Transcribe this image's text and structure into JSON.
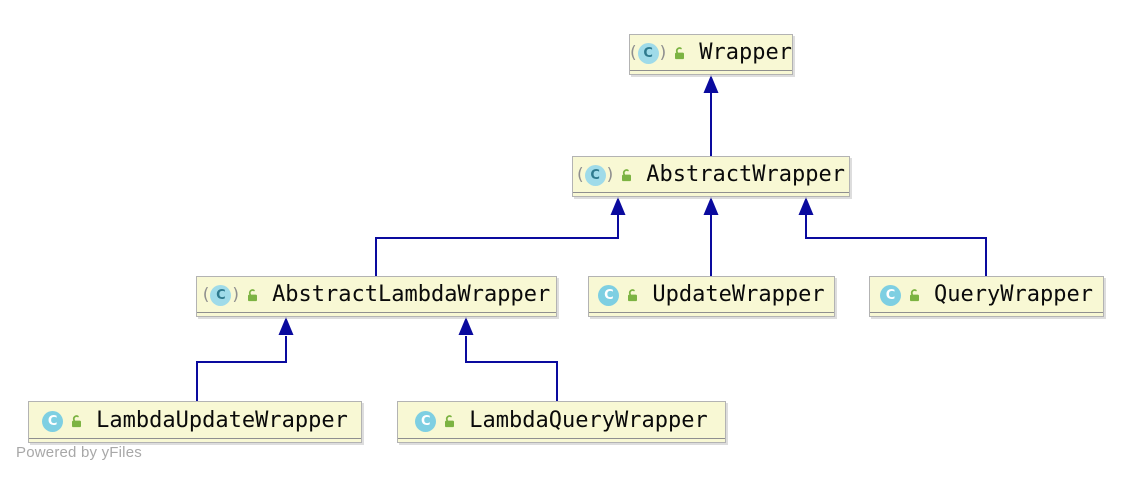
{
  "watermark": "Powered by yFiles",
  "icons": {
    "class_letter": "C",
    "class_icon": "class-icon",
    "modifier_icon": "open-lock-icon"
  },
  "colors": {
    "node_fill": "#f8f8d4",
    "node_border": "#b3b3b3",
    "edge": "#0a0a9e",
    "class_icon_bg": "#7ecfe2",
    "abstract_class_icon_bg": "#9fdbe9",
    "lock_green": "#7cb342",
    "watermark_gray": "#a8a8a8"
  },
  "nodes": [
    {
      "id": "wrapper",
      "label": "Wrapper",
      "abstract": true
    },
    {
      "id": "abstract-wrapper",
      "label": "AbstractWrapper",
      "abstract": true
    },
    {
      "id": "abstract-lambda-wrapper",
      "label": "AbstractLambdaWrapper",
      "abstract": true
    },
    {
      "id": "update-wrapper",
      "label": "UpdateWrapper",
      "abstract": false
    },
    {
      "id": "query-wrapper",
      "label": "QueryWrapper",
      "abstract": false
    },
    {
      "id": "lambda-update-wrapper",
      "label": "LambdaUpdateWrapper",
      "abstract": false
    },
    {
      "id": "lambda-query-wrapper",
      "label": "LambdaQueryWrapper",
      "abstract": false
    }
  ],
  "edges": [
    {
      "from": "AbstractWrapper",
      "to": "Wrapper",
      "type": "inheritance"
    },
    {
      "from": "AbstractLambdaWrapper",
      "to": "AbstractWrapper",
      "type": "inheritance"
    },
    {
      "from": "UpdateWrapper",
      "to": "AbstractWrapper",
      "type": "inheritance"
    },
    {
      "from": "QueryWrapper",
      "to": "AbstractWrapper",
      "type": "inheritance"
    },
    {
      "from": "LambdaUpdateWrapper",
      "to": "AbstractLambdaWrapper",
      "type": "inheritance"
    },
    {
      "from": "LambdaQueryWrapper",
      "to": "AbstractLambdaWrapper",
      "type": "inheritance"
    }
  ]
}
